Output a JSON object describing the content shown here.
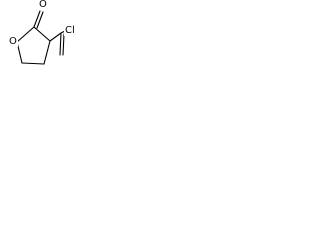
{
  "molecule": {
    "atoms": {
      "carbonyl_oxygen": "O",
      "ring_oxygen": "O",
      "chlorine": "Cl"
    }
  }
}
